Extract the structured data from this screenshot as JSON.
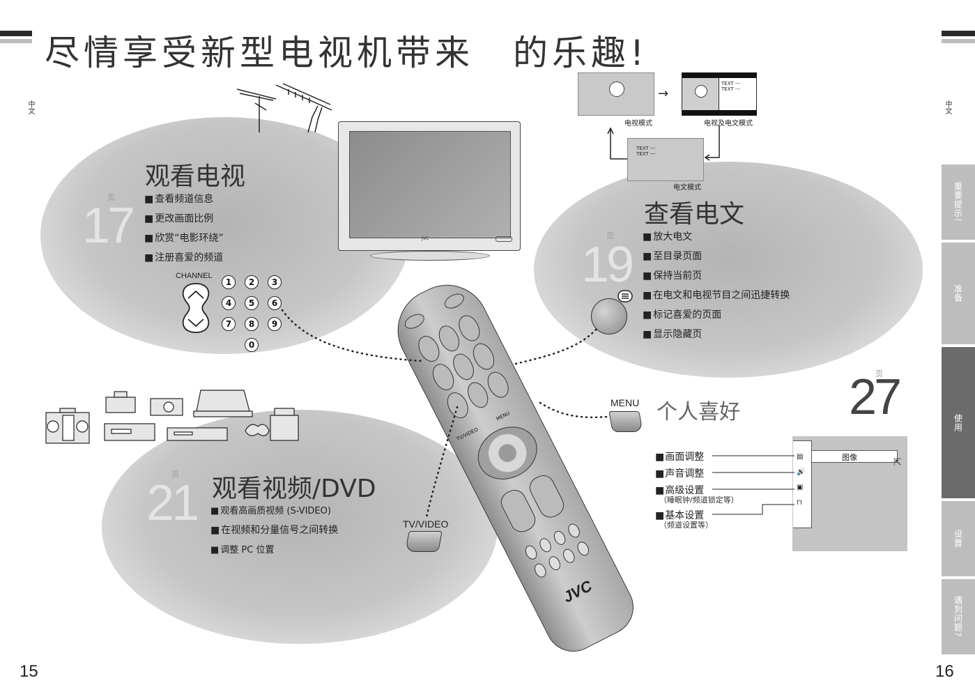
{
  "header": {
    "title": "尽情享受新型电视机带来　的乐趣!",
    "lang_left": "中文",
    "lang_right": "中文"
  },
  "pages": {
    "left": "15",
    "right": "16"
  },
  "page_label": "页",
  "tv_section": {
    "title": "观看电视",
    "page": "17",
    "items": [
      "查看频道信息",
      "更改画面比例",
      "欣赏“电影环绕”",
      "注册喜爱的频道"
    ],
    "channel_label": "CHANNEL",
    "keys": [
      "1",
      "2",
      "3",
      "4",
      "5",
      "6",
      "7",
      "8",
      "9",
      "0"
    ]
  },
  "text_section": {
    "title": "查看电文",
    "page": "19",
    "items": [
      "放大电文",
      "至目录页面",
      "保持当前页",
      "在电文和电视节目之间迅捷转换",
      "标记喜爱的页面",
      "显示隐藏页"
    ],
    "diagram": {
      "tv_mode": "电视模式",
      "tv_text_mode": "电视及电文模式",
      "text_mode": "电文模式",
      "text_line": "TEXT ---"
    }
  },
  "video_section": {
    "title": "观看视频/DVD",
    "page": "21",
    "items": [
      "观看高画质视频 (S-VIDEO)",
      "在视频和分量信号之间转换",
      "调整 PC 位置"
    ],
    "button_label": "TV/VIDEO"
  },
  "pref_section": {
    "title": "个人喜好",
    "page": "27",
    "button_label": "MENU",
    "items": [
      {
        "label": "画面调整",
        "sub": ""
      },
      {
        "label": "声音调整",
        "sub": ""
      },
      {
        "label": "高级设置",
        "sub": "（睡眠钟/频道锁定等）"
      },
      {
        "label": "基本设置",
        "sub": "（频道设置等）"
      }
    ],
    "menu_highlight": "图像"
  },
  "remote": {
    "brand": "JVC",
    "menu_label": "MENU",
    "tvvideo_label": "TV/VIDEO"
  },
  "tv": {
    "brand": "JVC"
  },
  "side_tabs": [
    {
      "label": "重要提示!",
      "color": "#bdbdbd"
    },
    {
      "label": "准备",
      "color": "#bdbdbd"
    },
    {
      "label": "使用",
      "color": "#6b6b6b"
    },
    {
      "label": "设置",
      "color": "#bdbdbd"
    },
    {
      "label": "遇到问题?",
      "color": "#bdbdbd"
    }
  ]
}
